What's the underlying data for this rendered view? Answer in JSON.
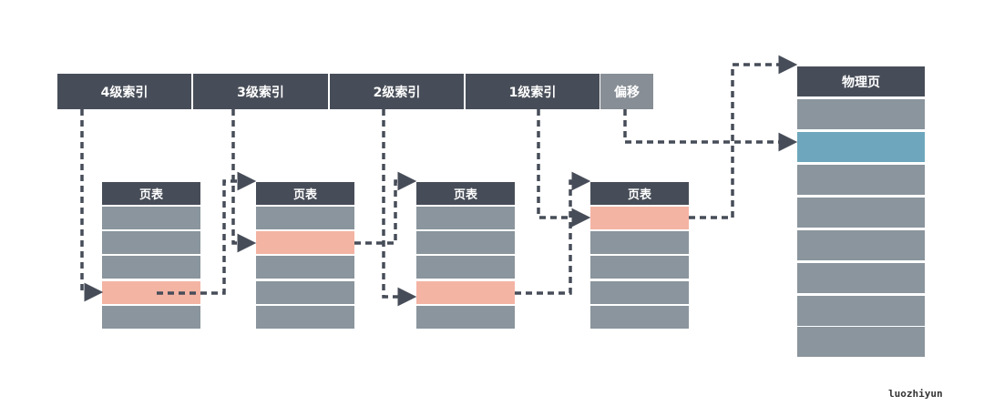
{
  "address_fields": {
    "level4": "4级索引",
    "level3": "3级索引",
    "level2": "2级索引",
    "level1": "1级索引",
    "offset": "偏移"
  },
  "page_tables": [
    {
      "title": "页表",
      "rows": 5,
      "highlight_row": 3
    },
    {
      "title": "页表",
      "rows": 5,
      "highlight_row": 1
    },
    {
      "title": "页表",
      "rows": 5,
      "highlight_row": 3
    },
    {
      "title": "页表",
      "rows": 5,
      "highlight_row": 0
    }
  ],
  "physical_page": {
    "title": "物理页",
    "rows": 8,
    "highlight_row": 1
  },
  "credit": "luozhiyun",
  "colors": {
    "header": "#474d58",
    "cell": "#8a959d",
    "highlight": "#f4b4a4",
    "physical_highlight": "#6ea7bd",
    "arrow": "#474d58"
  }
}
